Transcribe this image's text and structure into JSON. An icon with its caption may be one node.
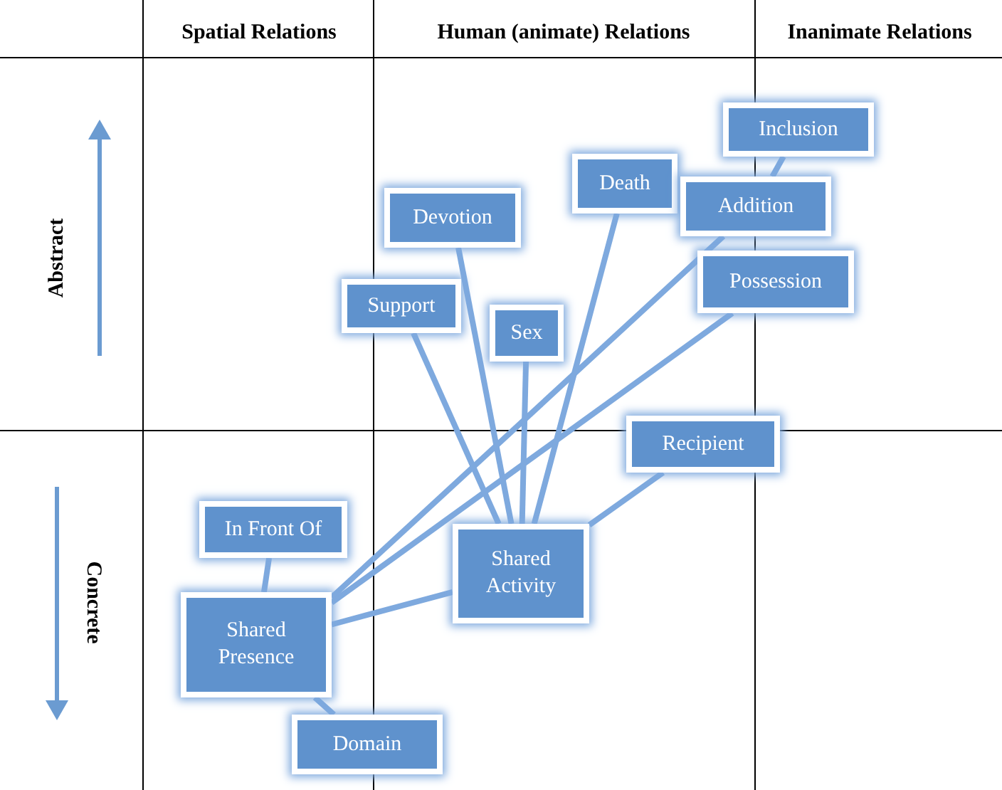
{
  "diagram": {
    "nodes": [
      {
        "text": [
          "Inclusion"
        ]
      },
      {
        "text": [
          "Death"
        ]
      },
      {
        "text": [
          "Addition"
        ]
      },
      {
        "text": [
          "Devotion"
        ]
      },
      {
        "text": [
          "Possession"
        ]
      },
      {
        "text": [
          "Support"
        ]
      },
      {
        "text": [
          "Sex"
        ]
      },
      {
        "text": [
          "Recipient"
        ]
      },
      {
        "text": [
          "In Front Of"
        ]
      },
      {
        "text": [
          "Shared Activity"
        ]
      },
      {
        "text": [
          "Shared Presence"
        ]
      },
      {
        "text": [
          "Domain"
        ]
      }
    ],
    "edges": [
      {
        "from": 10,
        "to": 8,
        "arrow": "none"
      },
      {
        "from": 10,
        "to": 11,
        "arrow": "none"
      },
      {
        "from": 10,
        "to": 9,
        "arrow": "none"
      },
      {
        "from": 10,
        "to": 2,
        "arrow": "none"
      },
      {
        "from": 10,
        "to": 4,
        "arrow": "none"
      },
      {
        "from": 9,
        "to": 5,
        "arrow": "none"
      },
      {
        "from": 9,
        "to": 3,
        "arrow": "none"
      },
      {
        "from": 9,
        "to": 6,
        "arrow": "none"
      },
      {
        "from": 9,
        "to": 1,
        "arrow": "none"
      },
      {
        "from": 9,
        "to": 7,
        "arrow": "none"
      },
      {
        "from": 2,
        "to": 0,
        "arrow": "none"
      }
    ],
    "labels": [
      "Spatial Relations",
      "Human (animate) Relations",
      "Inanimate Relations",
      "Abstract",
      "Concrete"
    ]
  }
}
